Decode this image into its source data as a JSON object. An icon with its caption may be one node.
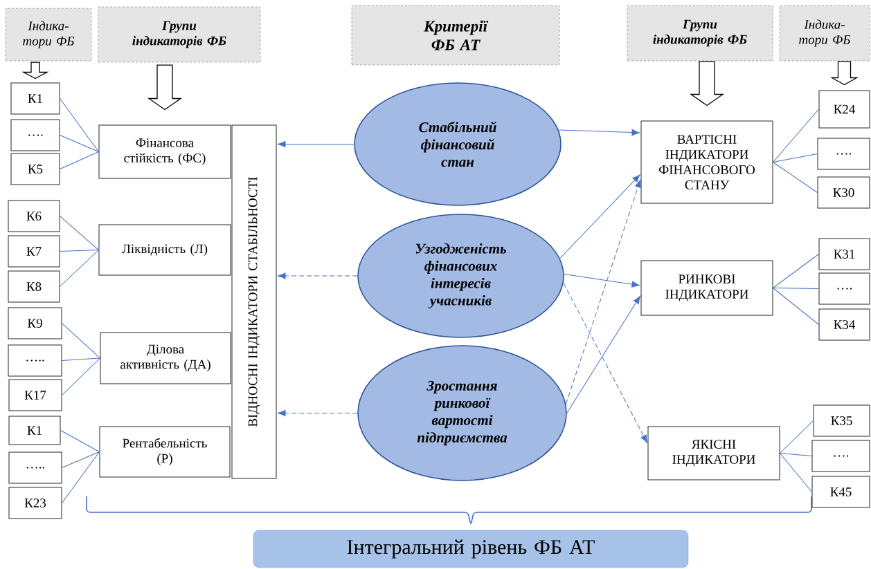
{
  "diagram": {
    "nodes": [
      {
        "text": [
          "Індика- тори ФБ"
        ]
      },
      {
        "text": [
          "Групи індикаторів ФБ"
        ]
      },
      {
        "text": [
          "Критерії ФБ АТ"
        ]
      },
      {
        "text": [
          "Групи індикаторів ФБ"
        ]
      },
      {
        "text": [
          "Індика- тори ФБ"
        ]
      },
      {
        "text": [
          "К1"
        ]
      },
      {
        "text": [
          "…."
        ]
      },
      {
        "text": [
          "К5"
        ]
      },
      {
        "text": [
          "К6"
        ]
      },
      {
        "text": [
          "К7"
        ]
      },
      {
        "text": [
          "К8"
        ]
      },
      {
        "text": [
          "К9"
        ]
      },
      {
        "text": [
          "….."
        ]
      },
      {
        "text": [
          "К17"
        ]
      },
      {
        "text": [
          "К1"
        ]
      },
      {
        "text": [
          "….."
        ]
      },
      {
        "text": [
          "К23"
        ]
      },
      {
        "text": [
          "Фінансова стійкість (ФС)"
        ]
      },
      {
        "text": [
          "Ліквідність (Л)"
        ]
      },
      {
        "text": [
          "Ділова активність (ДА)"
        ]
      },
      {
        "text": [
          "Рентабельність (Р)"
        ]
      },
      {
        "text": [
          "ВІДНОСНІ ІНДИКАТОРИ СТАБІЛЬНОСТІ"
        ]
      },
      {
        "text": [
          "Стабільний фінансовий стан"
        ]
      },
      {
        "text": [
          "Узгодженість фінансових інтересів учасників"
        ]
      },
      {
        "text": [
          "Зростання ринкової вартості підприємства"
        ]
      },
      {
        "text": [
          "ВАРТІСНІ ІНДИКАТОРИ ФІНАНСОВОГО СТАНУ"
        ]
      },
      {
        "text": [
          "РИНКОВІ ІНДИКАТОРИ"
        ]
      },
      {
        "text": [
          "ЯКІСНІ ІНДИКАТОРИ"
        ]
      },
      {
        "text": [
          "К24"
        ]
      },
      {
        "text": [
          "…."
        ]
      },
      {
        "text": [
          "К30"
        ]
      },
      {
        "text": [
          "К31"
        ]
      },
      {
        "text": [
          "…."
        ]
      },
      {
        "text": [
          "К34"
        ]
      },
      {
        "text": [
          "К35"
        ]
      },
      {
        "text": [
          "…."
        ]
      },
      {
        "text": [
          "К45"
        ]
      },
      {
        "text": [
          "Інтегральний рівень ФБ АТ"
        ]
      }
    ],
    "edges": [
      {
        "from": 0,
        "to": 5,
        "arrow": "to",
        "style": "thick"
      },
      {
        "from": 1,
        "to": 17,
        "arrow": "to",
        "style": "thick"
      },
      {
        "from": 3,
        "to": 25,
        "arrow": "to",
        "style": "thick"
      },
      {
        "from": 4,
        "to": 28,
        "arrow": "to",
        "style": "thick"
      },
      {
        "from": 5,
        "to": 17,
        "arrow": "none"
      },
      {
        "from": 6,
        "to": 17,
        "arrow": "none"
      },
      {
        "from": 7,
        "to": 17,
        "arrow": "none"
      },
      {
        "from": 8,
        "to": 18,
        "arrow": "none"
      },
      {
        "from": 9,
        "to": 18,
        "arrow": "none"
      },
      {
        "from": 10,
        "to": 18,
        "arrow": "none"
      },
      {
        "from": 11,
        "to": 19,
        "arrow": "none"
      },
      {
        "from": 12,
        "to": 19,
        "arrow": "none"
      },
      {
        "from": 13,
        "to": 19,
        "arrow": "none"
      },
      {
        "from": 14,
        "to": 20,
        "arrow": "none"
      },
      {
        "from": 15,
        "to": 20,
        "arrow": "none"
      },
      {
        "from": 16,
        "to": 20,
        "arrow": "none"
      },
      {
        "from": 22,
        "to": 21,
        "arrow": "to"
      },
      {
        "from": 23,
        "to": 21,
        "arrow": "to",
        "style": "dashed"
      },
      {
        "from": 24,
        "to": 21,
        "arrow": "to",
        "style": "dashed"
      },
      {
        "from": 22,
        "to": 25,
        "arrow": "to"
      },
      {
        "from": 23,
        "to": 25,
        "arrow": "to"
      },
      {
        "from": 23,
        "to": 26,
        "arrow": "to"
      },
      {
        "from": 23,
        "to": 27,
        "arrow": "to",
        "style": "dashed"
      },
      {
        "from": 24,
        "to": 25,
        "arrow": "to",
        "style": "dashed"
      },
      {
        "from": 24,
        "to": 26,
        "arrow": "to"
      },
      {
        "from": 25,
        "to": 28,
        "arrow": "none"
      },
      {
        "from": 25,
        "to": 29,
        "arrow": "none"
      },
      {
        "from": 25,
        "to": 30,
        "arrow": "none"
      },
      {
        "from": 26,
        "to": 31,
        "arrow": "none"
      },
      {
        "from": 26,
        "to": 32,
        "arrow": "none"
      },
      {
        "from": 26,
        "to": 33,
        "arrow": "none"
      },
      {
        "from": 27,
        "to": 34,
        "arrow": "none"
      },
      {
        "from": 27,
        "to": 35,
        "arrow": "none"
      },
      {
        "from": 27,
        "to": 36,
        "arrow": "none"
      }
    ]
  }
}
